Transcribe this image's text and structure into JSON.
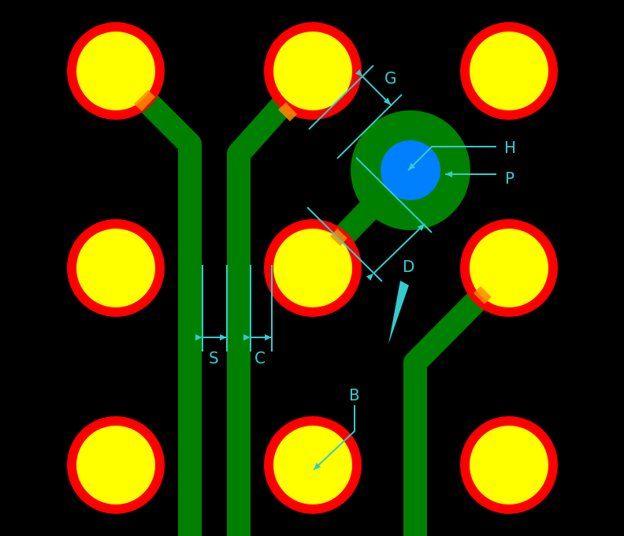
{
  "colors": {
    "background": "#000000",
    "pad_ring": "#ff0000",
    "pad_copper": "#ffff00",
    "trace": "#008000",
    "via_annular_ring": "#008000",
    "via_hole": "#0080ff",
    "dimension": "#33cccc"
  },
  "pad_grid": {
    "rows": 3,
    "columns": 3
  },
  "labels": {
    "G": "G",
    "H": "H",
    "P": "P",
    "D": "D",
    "S": "S",
    "C": "C",
    "B": "B"
  }
}
